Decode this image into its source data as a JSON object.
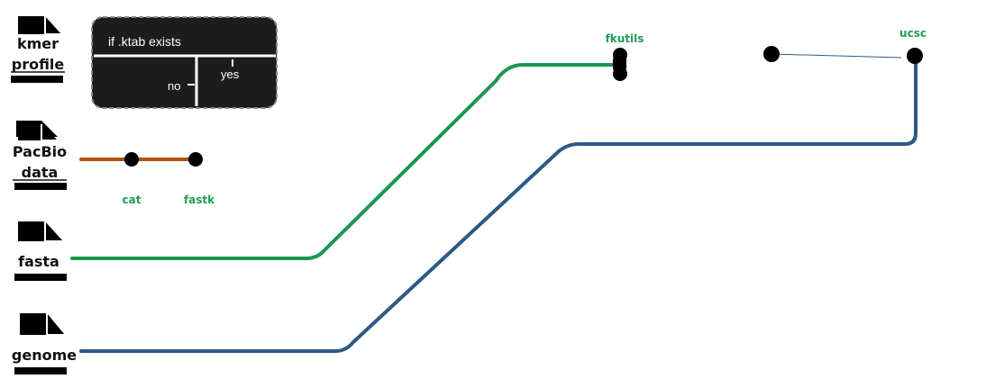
{
  "inputs": {
    "kmer_profile": {
      "line1": "kmer",
      "line2": "profile"
    },
    "pacbio_data": {
      "line1": "PacBio",
      "line2": "data"
    },
    "fasta": {
      "label": "fasta"
    },
    "genome": {
      "label": "genome"
    }
  },
  "condition": {
    "title": "if .ktab exists",
    "no_label": "no",
    "yes_label": "yes"
  },
  "tools": {
    "cat": "cat",
    "fastk": "fastk",
    "fkutils": "fkutils",
    "ucsc": "ucsc"
  },
  "colors": {
    "brown_route": "#b5530f",
    "green_route": "#1a9850",
    "blue_route": "#2b5a85",
    "tool_label": "#1f9d55",
    "node": "#000000"
  }
}
